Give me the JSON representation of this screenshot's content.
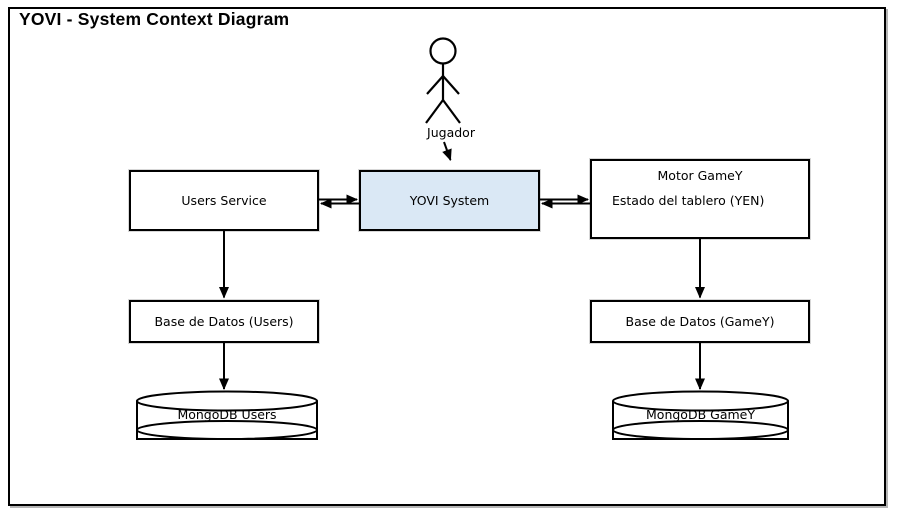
{
  "title": "YOVI - System Context Diagram",
  "actor": {
    "label": "Jugador"
  },
  "nodes": {
    "users_service": {
      "label": "Users Service"
    },
    "yovi_system": {
      "label": "YOVI System"
    },
    "motor_gamey": {
      "line1": "Motor GameY",
      "line2": "Estado del tablero (YEN)"
    },
    "db_users": {
      "label": "Base de Datos (Users)"
    },
    "db_gamey": {
      "label": "Base de Datos (GameY)"
    },
    "mongo_users": {
      "label": "MongoDB Users"
    },
    "mongo_gamey": {
      "label": "MongoDB GameY"
    }
  },
  "colors": {
    "system_fill": "#dae8f5",
    "box_fill": "#ffffff",
    "line": "#000000"
  }
}
